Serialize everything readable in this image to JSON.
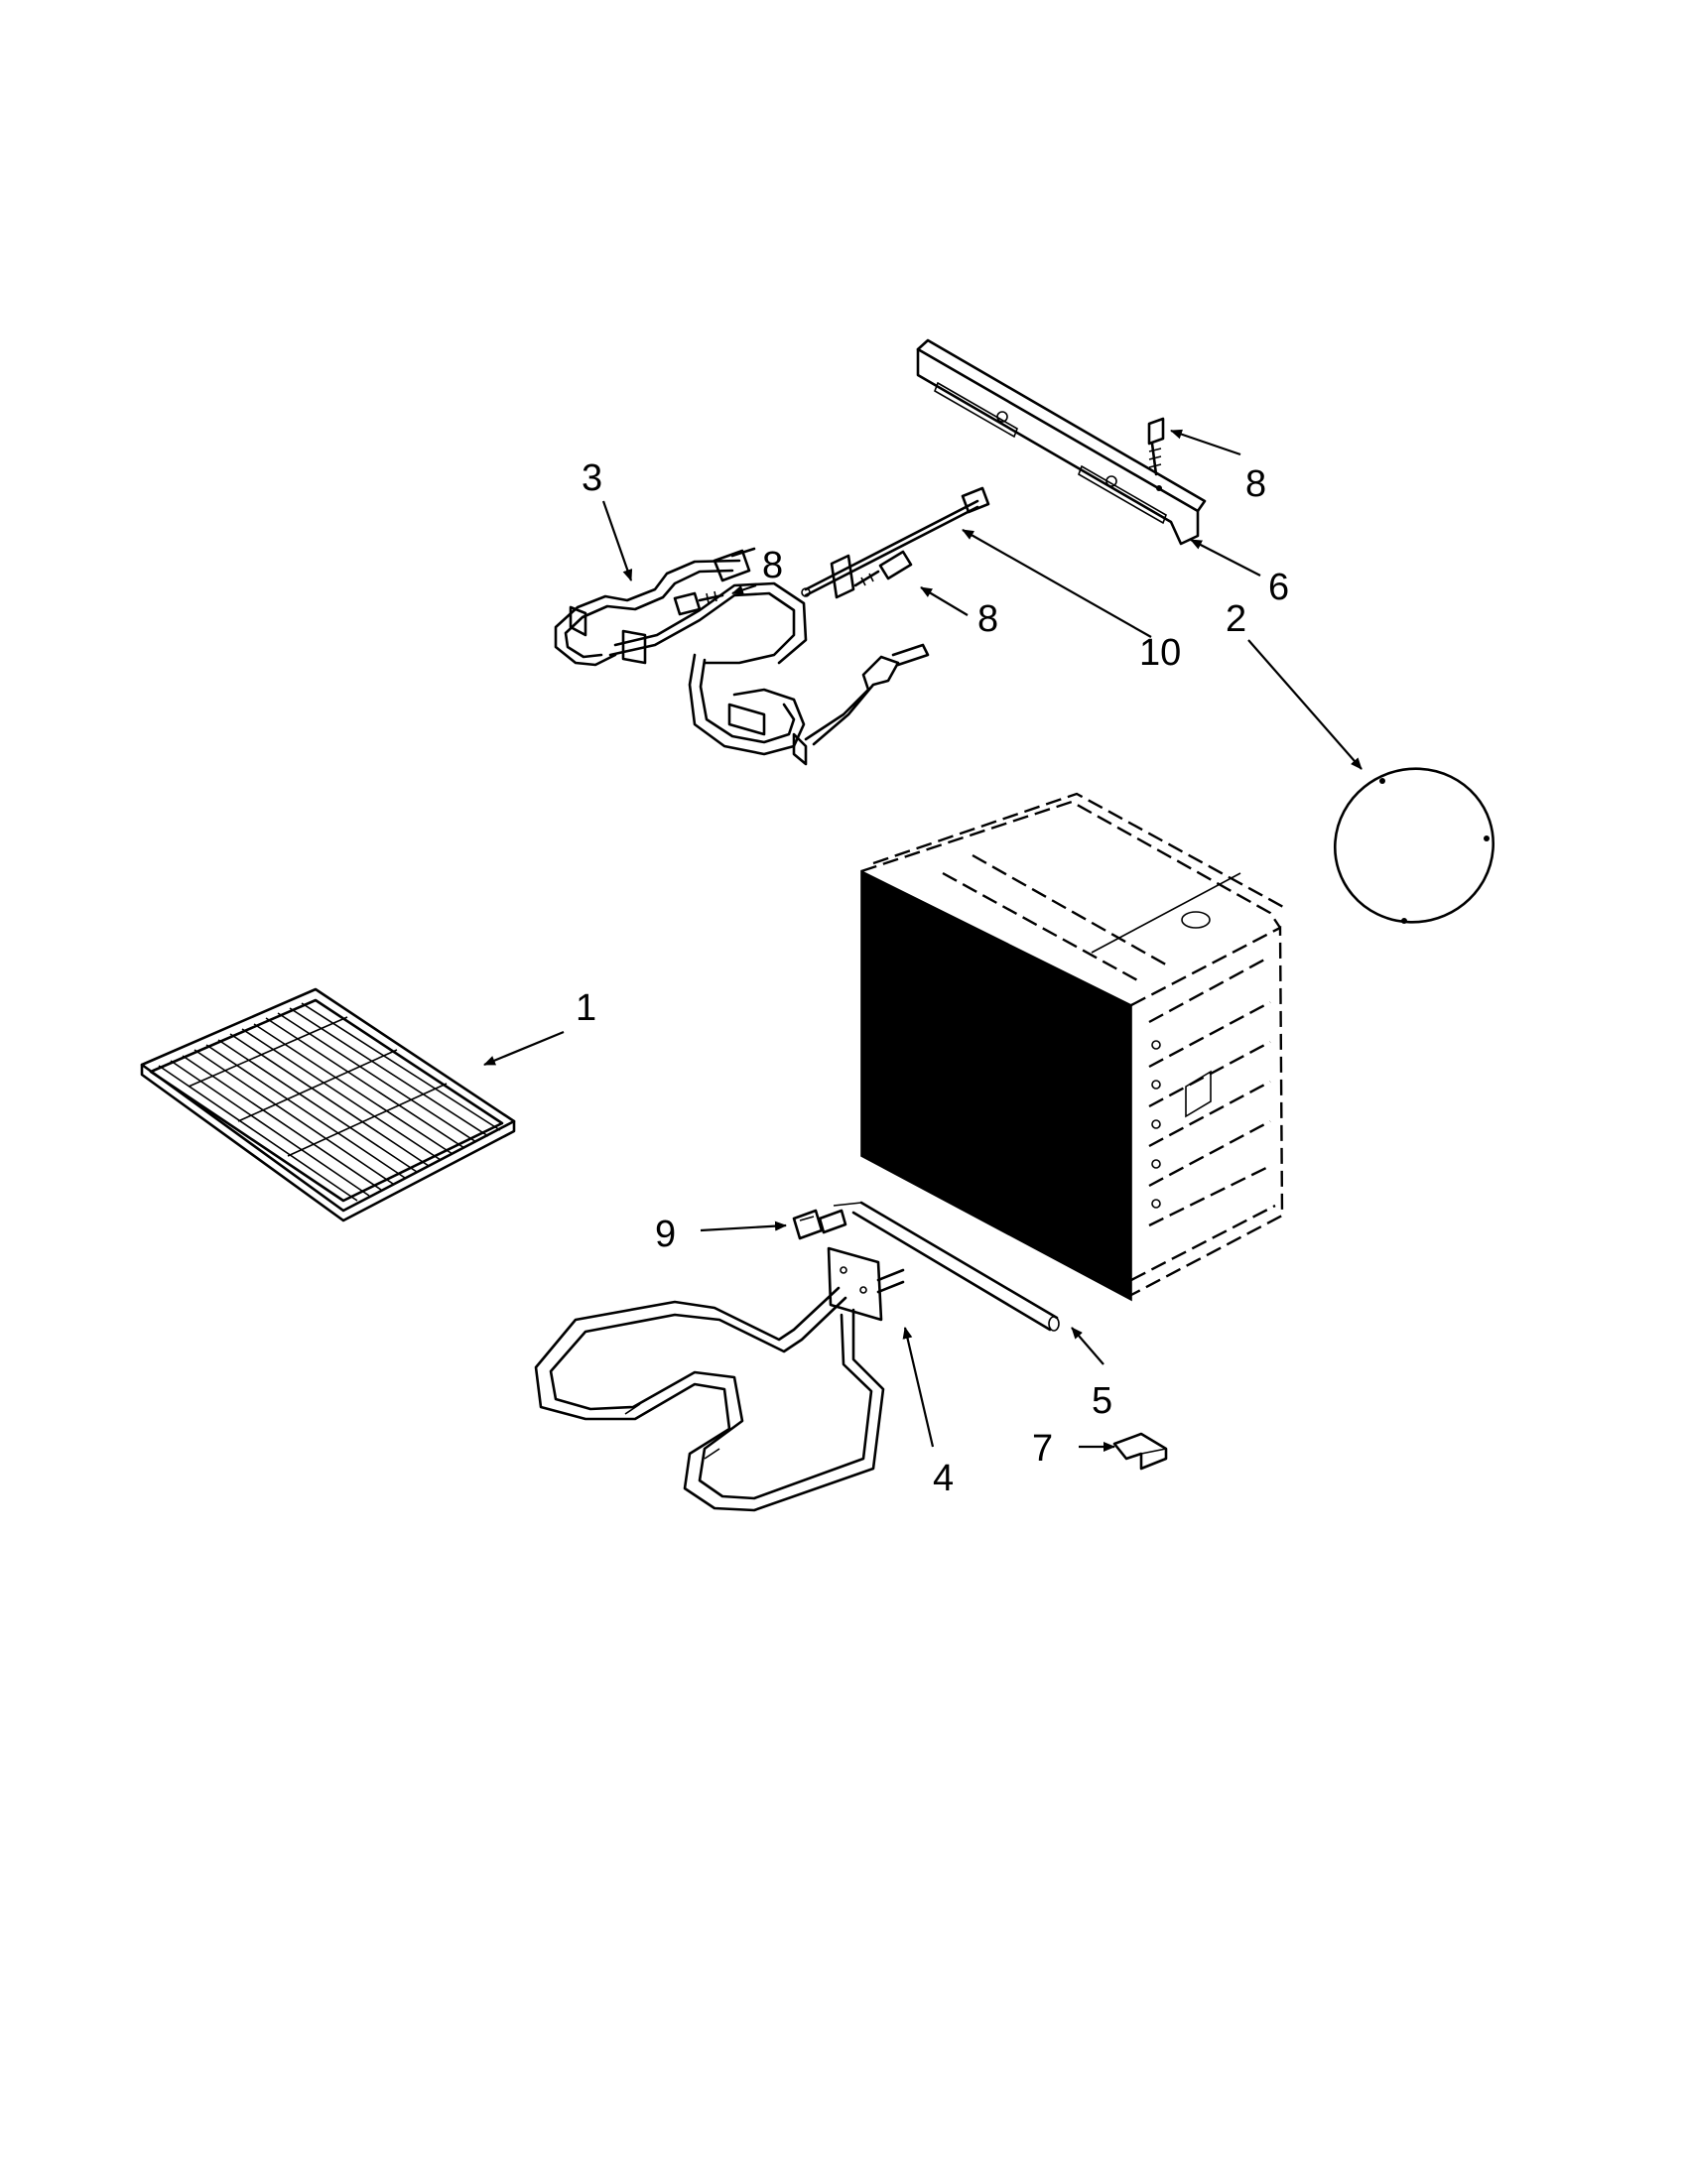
{
  "diagram": {
    "callouts": [
      {
        "id": "rack",
        "label": "1"
      },
      {
        "id": "gasket",
        "label": "2"
      },
      {
        "id": "bake-element-upper",
        "label": "3"
      },
      {
        "id": "bake-element-lower",
        "label": "4"
      },
      {
        "id": "tube",
        "label": "5"
      },
      {
        "id": "bracket",
        "label": "6"
      },
      {
        "id": "clip",
        "label": "7"
      },
      {
        "id": "screw-a",
        "label": "8"
      },
      {
        "id": "screw-b",
        "label": "8"
      },
      {
        "id": "screw-c",
        "label": "8"
      },
      {
        "id": "plug",
        "label": "9"
      },
      {
        "id": "sensor",
        "label": "10"
      }
    ],
    "colors": {
      "ink": "#000000",
      "paper": "#ffffff"
    }
  }
}
